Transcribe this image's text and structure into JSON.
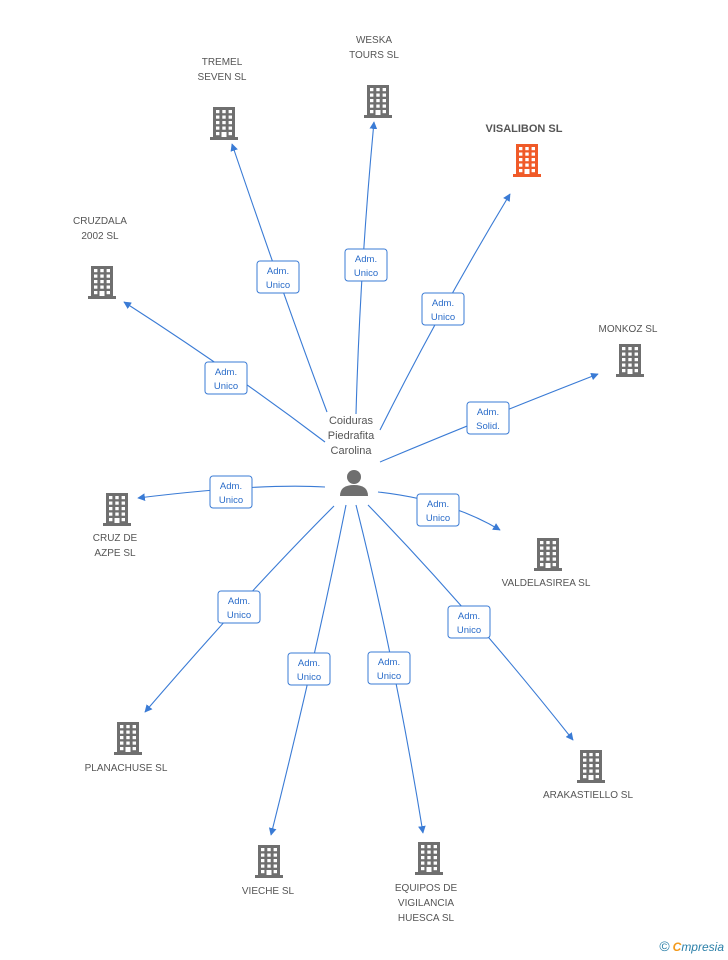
{
  "center": {
    "label_lines": [
      "Coiduras",
      "Piedrafita",
      "Carolina"
    ],
    "icon": "person-icon"
  },
  "colors": {
    "edge": "#3a7bd5",
    "building": "#6f6f6f",
    "highlight": "#f05a28"
  },
  "companies": [
    {
      "id": "weska",
      "label_lines": [
        "WESKA",
        "TOURS SL"
      ],
      "role_lines": [
        "Adm.",
        "Unico"
      ],
      "highlight": false,
      "icon": "building-icon"
    },
    {
      "id": "tremel",
      "label_lines": [
        "TREMEL",
        "SEVEN  SL"
      ],
      "role_lines": [
        "Adm.",
        "Unico"
      ],
      "highlight": false,
      "icon": "building-icon"
    },
    {
      "id": "visalibon",
      "label_lines": [
        "VISALIBON SL"
      ],
      "role_lines": [
        "Adm.",
        "Unico"
      ],
      "highlight": true,
      "icon": "building-icon"
    },
    {
      "id": "cruzdala",
      "label_lines": [
        "CRUZDALA",
        "2002 SL"
      ],
      "role_lines": [
        "Adm.",
        "Unico"
      ],
      "highlight": false,
      "icon": "building-icon"
    },
    {
      "id": "monkoz",
      "label_lines": [
        "MONKOZ SL"
      ],
      "role_lines": [
        "Adm.",
        "Solid."
      ],
      "highlight": false,
      "icon": "building-icon"
    },
    {
      "id": "cruzdeazpe",
      "label_lines": [
        "CRUZ DE",
        "AZPE SL"
      ],
      "role_lines": [
        "Adm.",
        "Unico"
      ],
      "highlight": false,
      "icon": "building-icon"
    },
    {
      "id": "valdelasirea",
      "label_lines": [
        "VALDELASIREA SL"
      ],
      "role_lines": [
        "Adm.",
        "Unico"
      ],
      "highlight": false,
      "icon": "building-icon"
    },
    {
      "id": "planachuse",
      "label_lines": [
        "PLANACHUSE SL"
      ],
      "role_lines": [
        "Adm.",
        "Unico"
      ],
      "highlight": false,
      "icon": "building-icon"
    },
    {
      "id": "arakastiello",
      "label_lines": [
        "ARAKASTIELLO SL"
      ],
      "role_lines": [
        "Adm.",
        "Unico"
      ],
      "highlight": false,
      "icon": "building-icon"
    },
    {
      "id": "vieche",
      "label_lines": [
        "VIECHE SL"
      ],
      "role_lines": [
        "Adm.",
        "Unico"
      ],
      "highlight": false,
      "icon": "building-icon"
    },
    {
      "id": "equipos",
      "label_lines": [
        "EQUIPOS DE",
        "VIGILANCIA",
        "HUESCA SL"
      ],
      "role_lines": [
        "Adm.",
        "Unico"
      ],
      "highlight": false,
      "icon": "building-icon"
    }
  ],
  "watermark": {
    "symbol": "©",
    "brand_initial": "C",
    "brand_rest": "mpresia"
  }
}
